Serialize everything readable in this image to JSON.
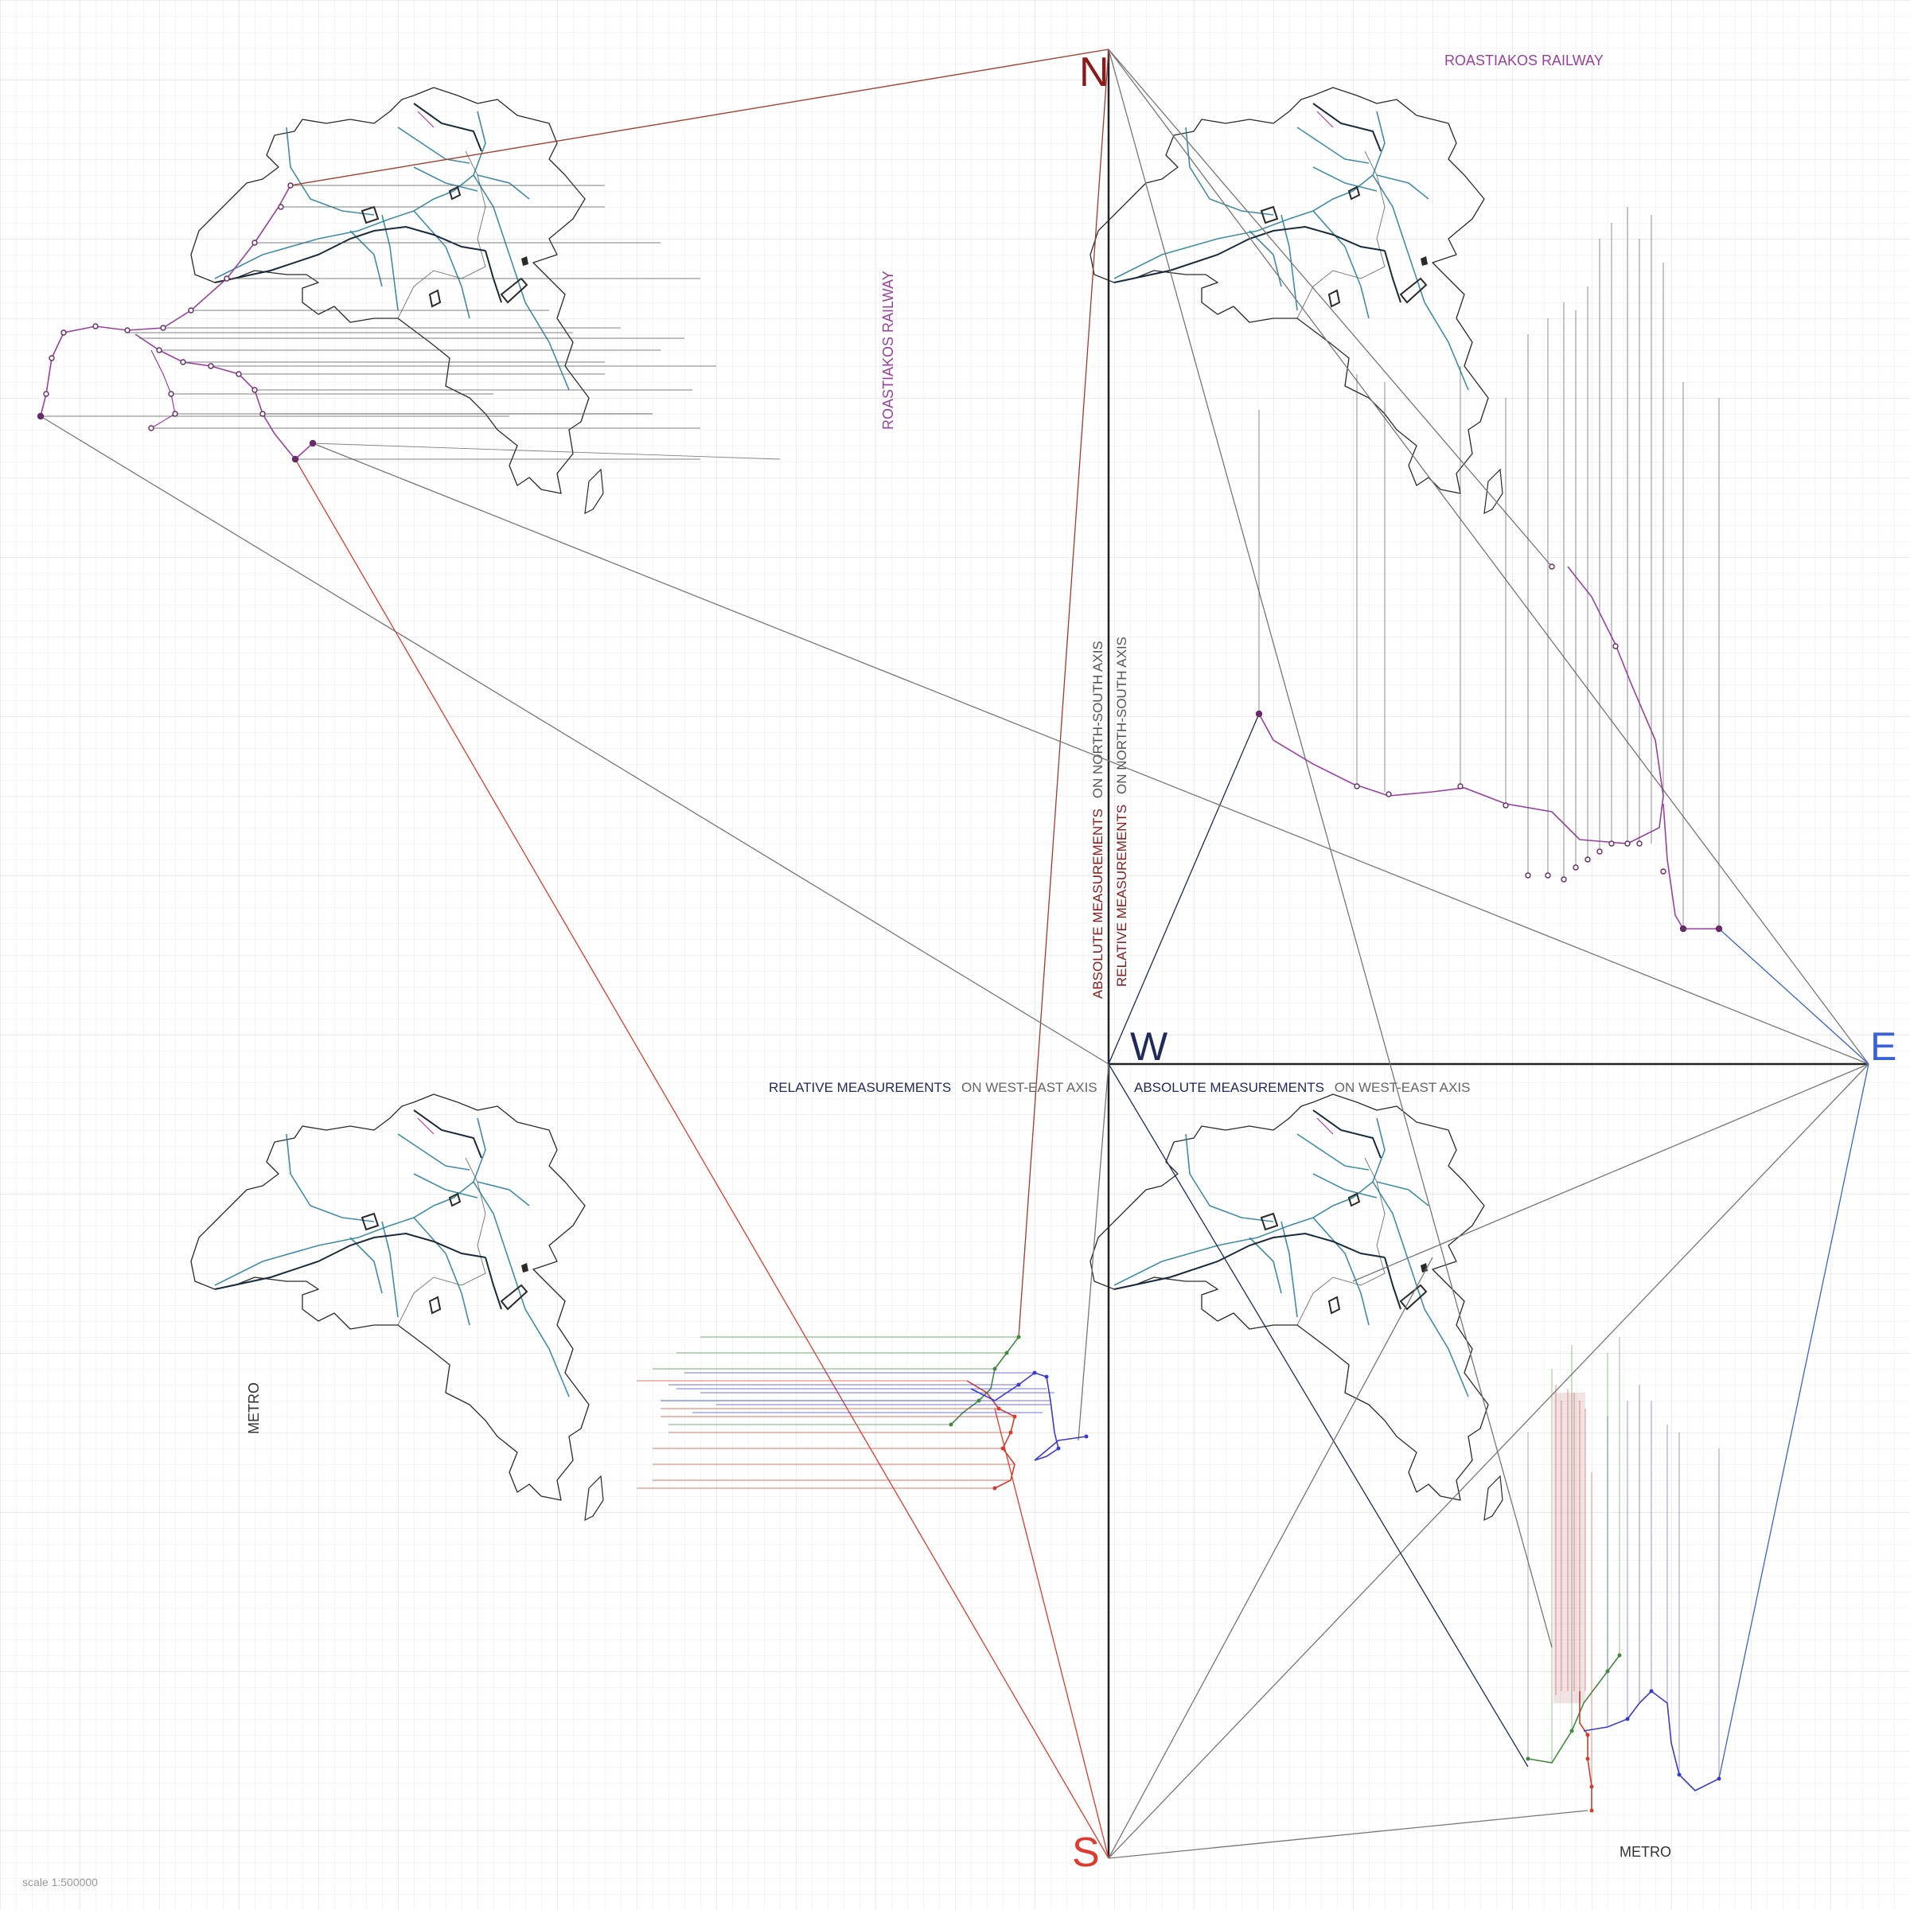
{
  "compass": {
    "north": "N",
    "south": "S",
    "west": "W",
    "east": "E"
  },
  "labels": {
    "top_right_railway": "ROASTIAKOS RAILWAY",
    "top_left_railway": "ROASTIAKOS RAILWAY",
    "bottom_left_metro": "METRO",
    "bottom_right_metro": "METRO",
    "ns_absolute_strong": "ABSOLUTE MEASUREMENTS",
    "ns_absolute_weak": "ON NORTH-SOUTH AXIS",
    "ns_relative_strong": "RELATIVE MEASUREMENTS",
    "ns_relative_weak": "ON NORTH-SOUTH AXIS",
    "we_relative_strong": "RELATIVE MEASUREMENTS",
    "we_relative_weak": "ON WEST-EAST AXIS",
    "we_absolute_strong": "ABSOLUTE MEASUREMENTS",
    "we_absolute_weak": "ON WEST-EAST AXIS",
    "scale": "scale 1:500000"
  },
  "colors": {
    "north": "#8b1a1a",
    "south": "#e03a2e",
    "west": "#1f2a5a",
    "east": "#3a63d6",
    "railway": "#9b3fa3",
    "metro_red": "#d93a2a",
    "metro_blue": "#3a3ad0",
    "metro_green": "#3f8a3f",
    "river": "#1f7a96",
    "grid": "#e6e6e6",
    "coast": "#2a2a2a"
  }
}
